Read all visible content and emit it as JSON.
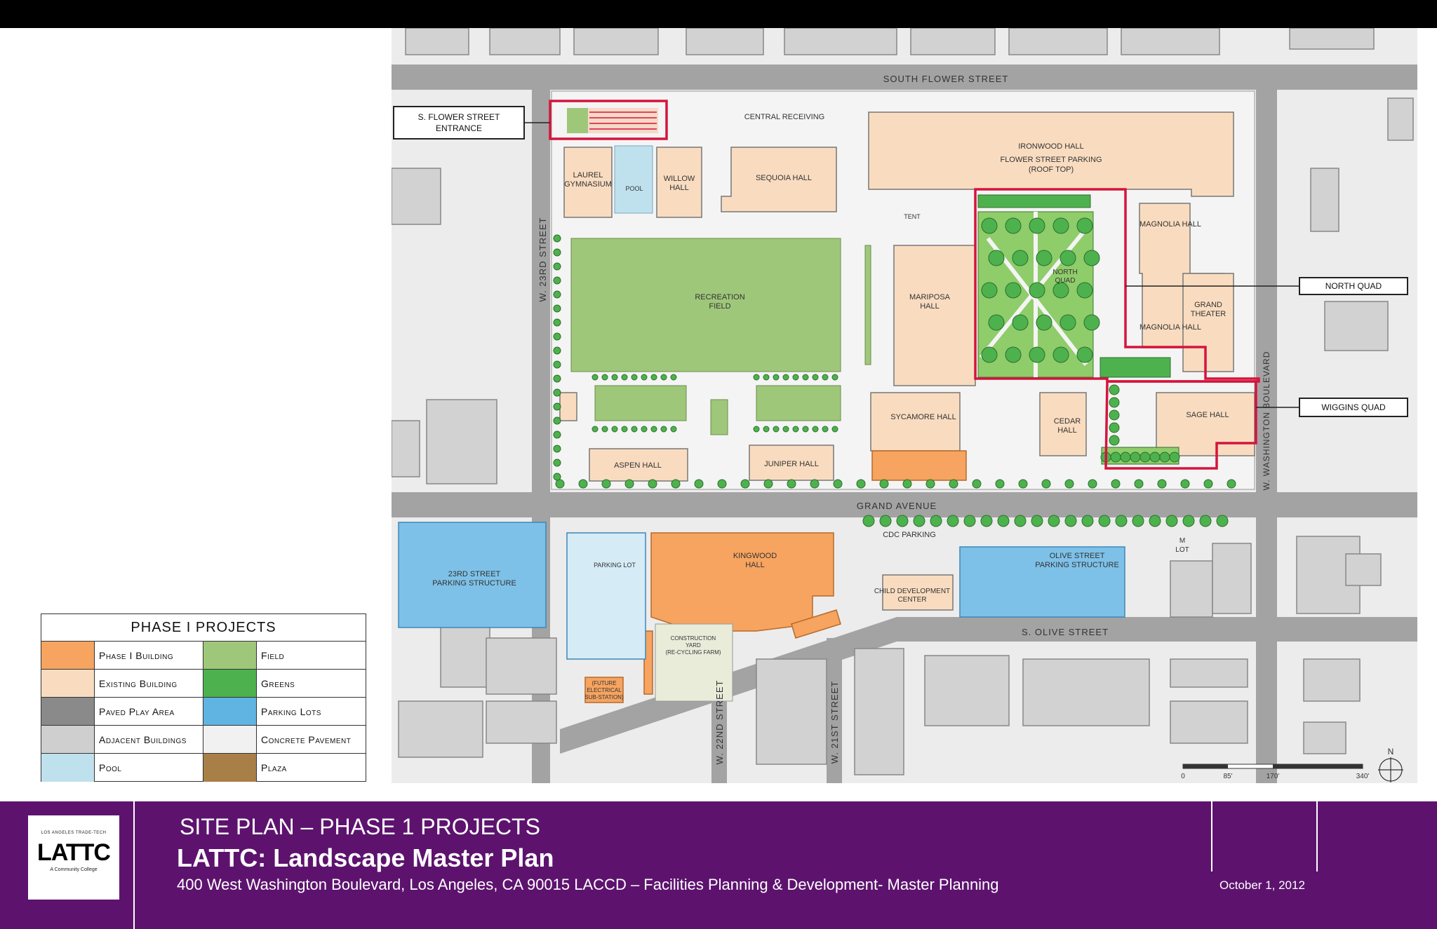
{
  "map": {
    "streets": {
      "south_flower": "SOUTH FLOWER STREET",
      "w23rd": "W. 23RD STREET",
      "grand": "GRAND AVENUE",
      "s_olive": "S. OLIVE STREET",
      "w22nd": "W. 22ND STREET",
      "w21st": "W. 21ST STREET",
      "washington": "W. WASHINGTON BOULEVARD"
    },
    "buildings": {
      "central_receiving": "CENTRAL RECEIVING",
      "ironwood": "IRONWOOD HALL",
      "flower_parking_1": "FLOWER STREET PARKING",
      "flower_parking_2": "(ROOF TOP)",
      "laurel_1": "LAUREL",
      "laurel_2": "GYMNASIUM",
      "pool": "POOL",
      "willow_1": "WILLOW",
      "willow_2": "HALL",
      "sequoia": "SEQUOIA HALL",
      "tent": "TENT",
      "magnolia_top": "MAGNOLIA HALL",
      "magnolia_bottom": "MAGNOLIA HALL",
      "rec_field_1": "RECREATION",
      "rec_field_2": "FIELD",
      "mariposa_1": "MARIPOSA",
      "mariposa_2": "HALL",
      "north_quad_1": "NORTH",
      "north_quad_2": "QUAD",
      "grand_theater_1": "GRAND",
      "grand_theater_2": "THEATER",
      "sycamore": "SYCAMORE HALL",
      "cedar_1": "CEDAR",
      "cedar_2": "HALL",
      "sage": "SAGE HALL",
      "aspen": "ASPEN HALL",
      "juniper": "JUNIPER HALL",
      "cdc_parking": "CDC PARKING",
      "kingwood_1": "KINGWOOD",
      "kingwood_2": "HALL",
      "parking_lot": "PARKING LOT",
      "ps23_1": "23RD STREET",
      "ps23_2": "PARKING STRUCTURE",
      "olive_ps_1": "OLIVE STREET",
      "olive_ps_2": "PARKING STRUCTURE",
      "child_dev_1": "CHILD DEVELOPMENT",
      "child_dev_2": "CENTER",
      "m_lot_1": "M",
      "m_lot_2": "LOT",
      "construction_1": "CONSTRUCTION",
      "construction_2": "YARD",
      "construction_3": "(RE-CYCLING FARM)",
      "electrical_1": "(FUTURE",
      "electrical_2": "ELECTRICAL",
      "electrical_3": "SUB-STATION)"
    },
    "callouts": {
      "flower_entrance_1": "S. FLOWER STREET",
      "flower_entrance_2": "ENTRANCE",
      "north_quad": "NORTH QUAD",
      "wiggins_quad": "WIGGINS QUAD"
    },
    "scale": {
      "t0": "0",
      "t1": "85'",
      "t2": "170'",
      "t3": "340'"
    },
    "north": "N"
  },
  "legend": {
    "title": "PHASE I PROJECTS",
    "items": [
      {
        "label": "Phase I Building",
        "color": "#f6a460"
      },
      {
        "label": "Field",
        "color": "#9fc77a"
      },
      {
        "label": "Existing Building",
        "color": "#f9dcc0"
      },
      {
        "label": "Greens",
        "color": "#4db24d"
      },
      {
        "label": "Paved Play Area",
        "color": "#8a8a8a"
      },
      {
        "label": "Parking Lots",
        "color": "#5fb4e2"
      },
      {
        "label": "Adjacent Buildings",
        "color": "#cfcfcf"
      },
      {
        "label": "Concrete Pavement",
        "color": "#f1f1f1"
      },
      {
        "label": "Pool",
        "color": "#bfe1ee"
      },
      {
        "label": "Plaza",
        "color": "#a97f48"
      }
    ]
  },
  "footer": {
    "subtitle": "SITE PLAN – PHASE 1 PROJECTS",
    "title": "LATTC: Landscape Master Plan",
    "address": "400 West Washington Boulevard, Los Angeles, CA 90015  LACCD – Facilities Planning & Development- Master Planning",
    "date": "October 1, 2012",
    "logo_top": "LOS ANGELES TRADE-TECH",
    "logo_main": "LATTC",
    "logo_tag": "A Community College"
  },
  "colors": {
    "footer_bg": "#5d136e",
    "project_outline": "#d5143c",
    "existing_building": "#f9dcc0",
    "phase1_building": "#f6a460",
    "field": "#9fc77a",
    "greens": "#4db24d",
    "parking": "#5fb4e2"
  }
}
